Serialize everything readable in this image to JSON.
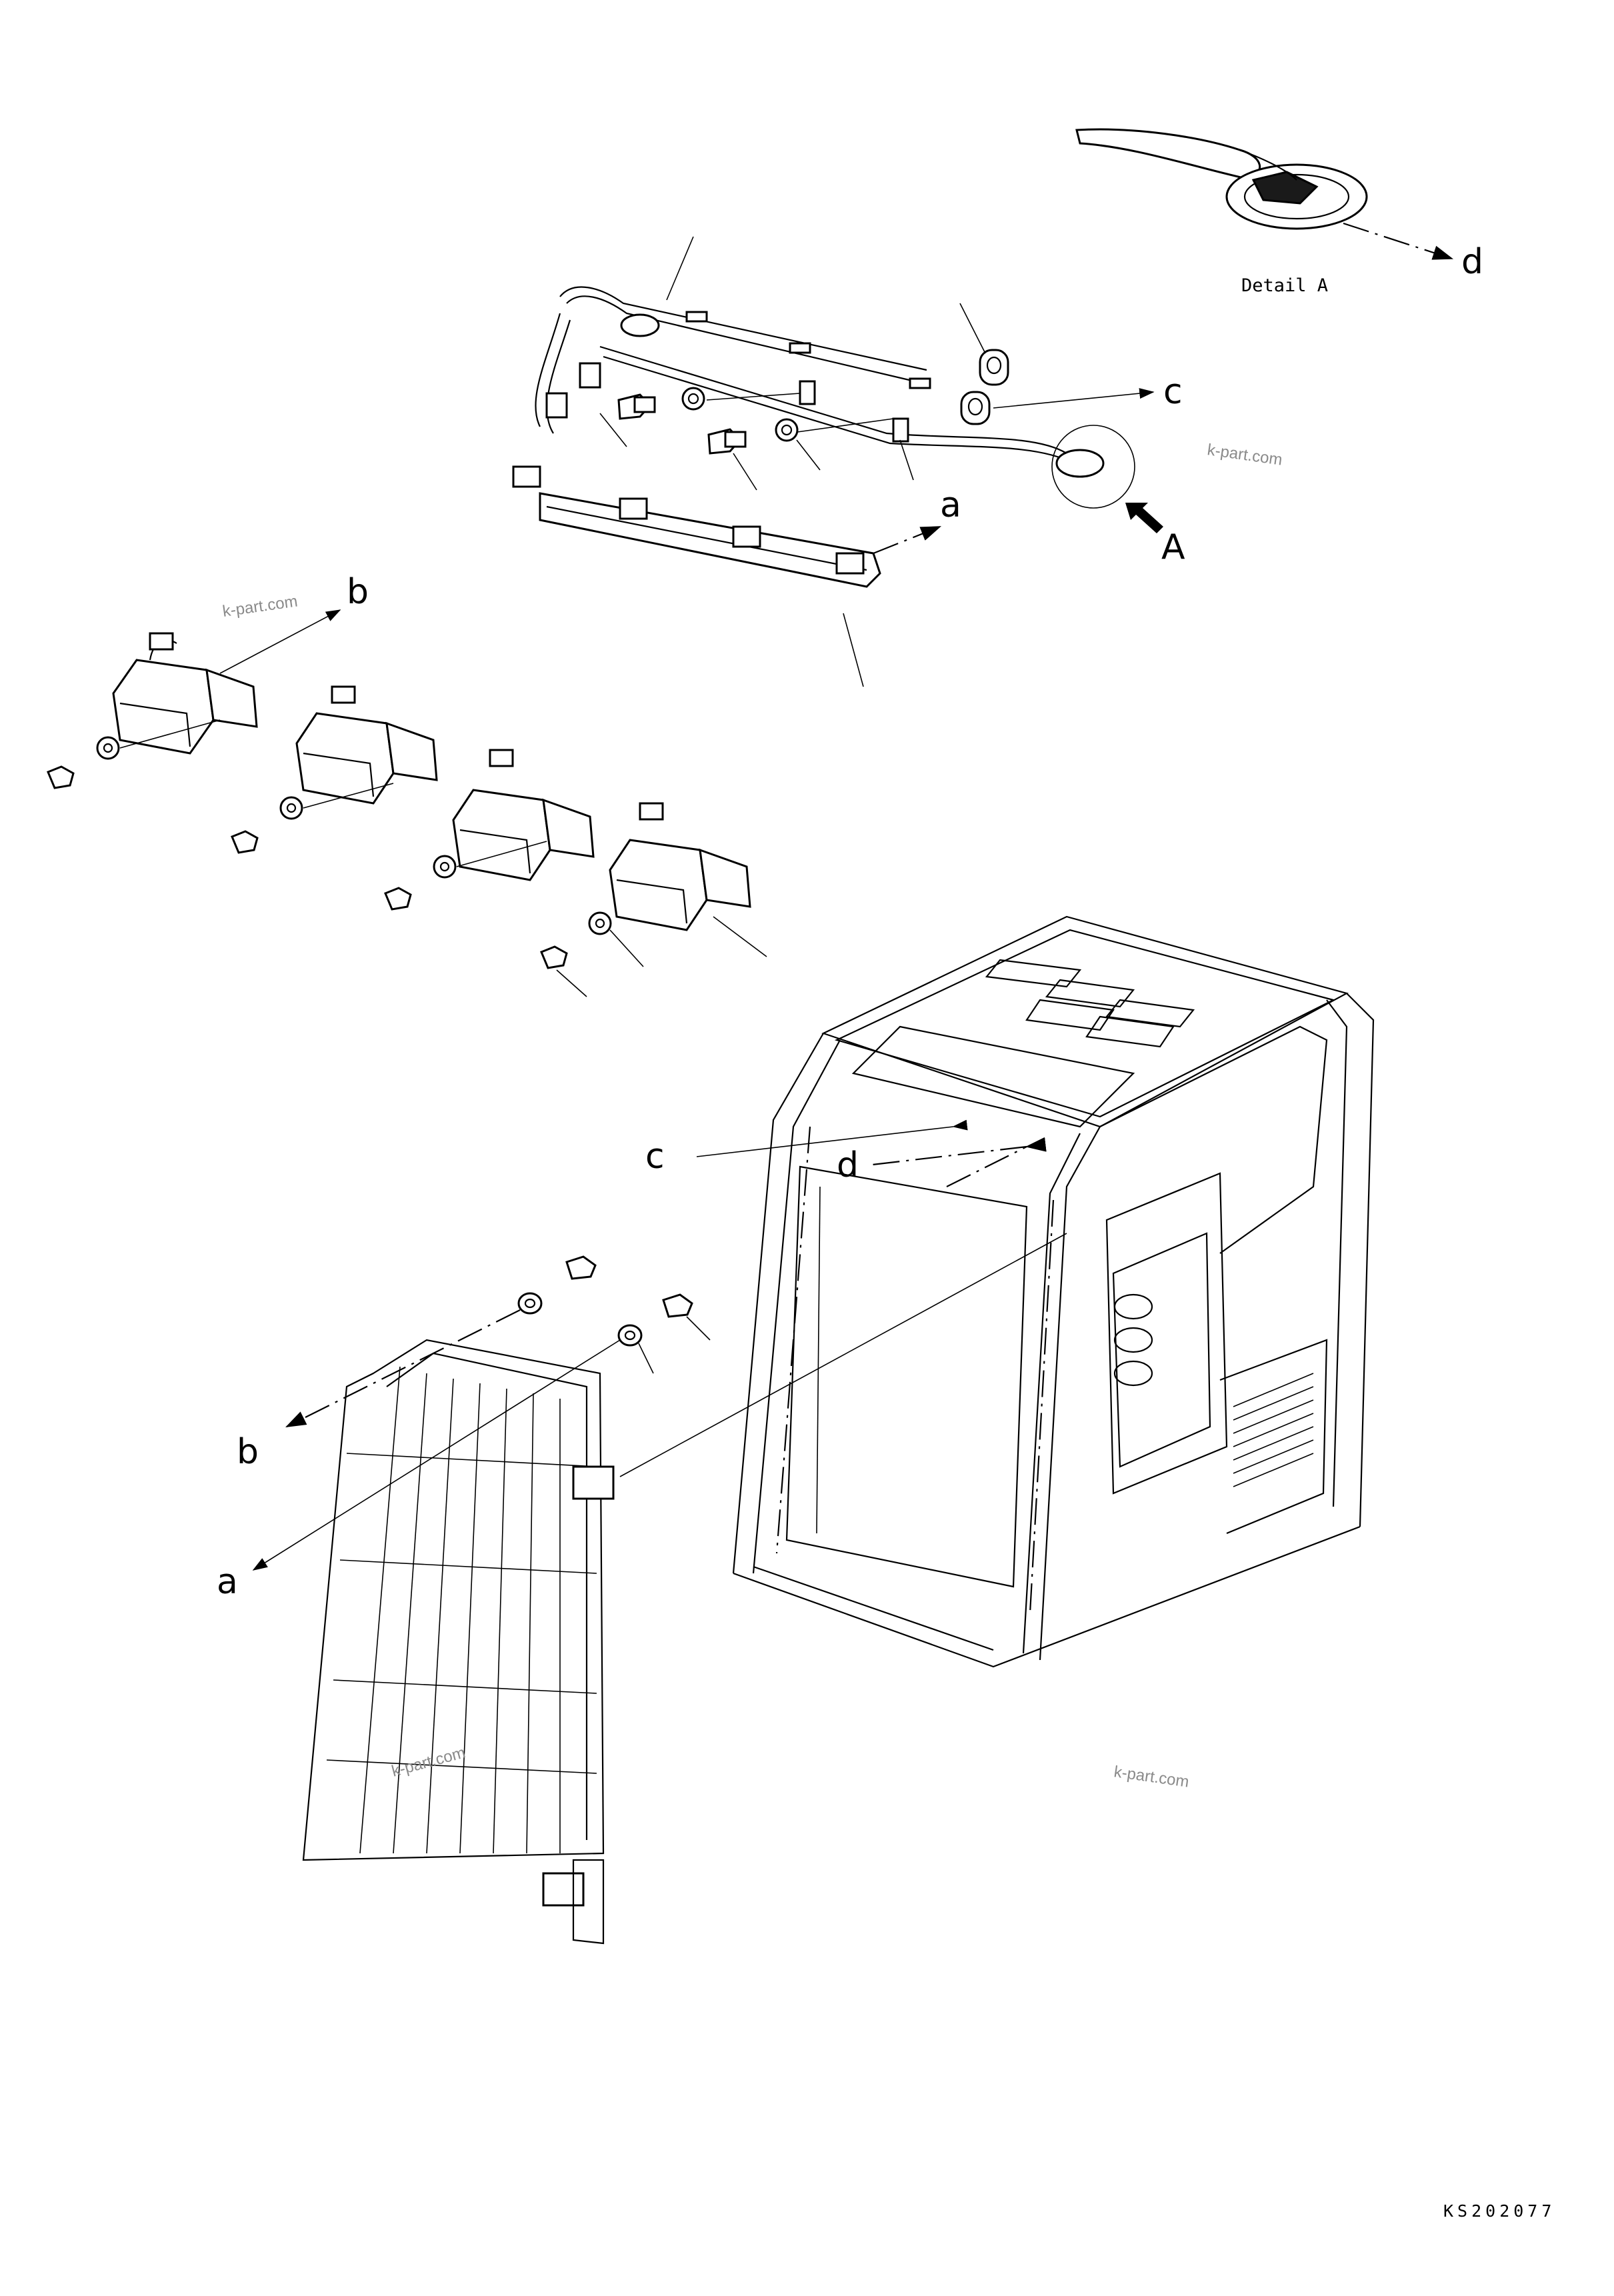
{
  "callouts": {
    "a_top": "a",
    "b_top": "b",
    "c_top": "c",
    "d_detail": "d",
    "A_view": "A",
    "c_cab": "c",
    "d_cab": "d",
    "b_lower": "b",
    "a_lower": "a"
  },
  "detail_label": "Detail A",
  "drawing_code": "KS202077",
  "watermarks": [
    "k-part.com",
    "k-part.com",
    "k-part.com",
    "k-part.com"
  ]
}
